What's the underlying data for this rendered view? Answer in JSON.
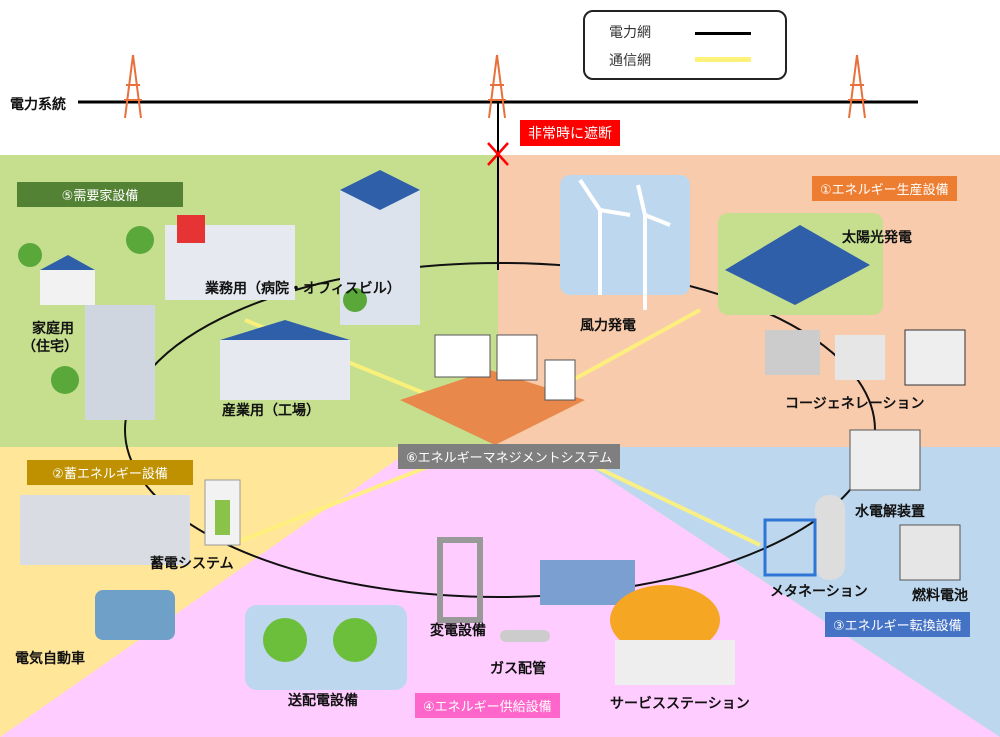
{
  "legend": {
    "power_grid": "電力網",
    "comm_network": "通信網"
  },
  "grid": {
    "label": "電力系統",
    "cutoff": "非常時に遮断"
  },
  "categories": {
    "demand": "⑤需要家設備",
    "production": "①エネルギー生産設備",
    "storage": "②蓄エネルギー設備",
    "conversion": "③エネルギー転換設備",
    "supply": "④エネルギー供給設備",
    "ems": "⑥エネルギーマネジメントシステム"
  },
  "items": {
    "business": "業務用（病院・オフィスビル）",
    "home": "家庭用",
    "home_sub": "（住宅）",
    "industry": "産業用（工場）",
    "wind": "風力発電",
    "solar": "太陽光発電",
    "cogen": "コージェネレーション",
    "electrolyzer": "水電解装置",
    "fuelcell": "燃料電池",
    "methanation": "メタネーション",
    "battery": "蓄電システム",
    "ev": "電気自動車",
    "substation": "変電設備",
    "gaspipe": "ガス配管",
    "distribution": "送配電設備",
    "station": "サービスステーション"
  },
  "colors": {
    "demand": "#c5df8f",
    "production": "#f8cbad",
    "storage": "#ffe699",
    "conversion": "#bdd7ee",
    "supply": "#ffccff"
  }
}
